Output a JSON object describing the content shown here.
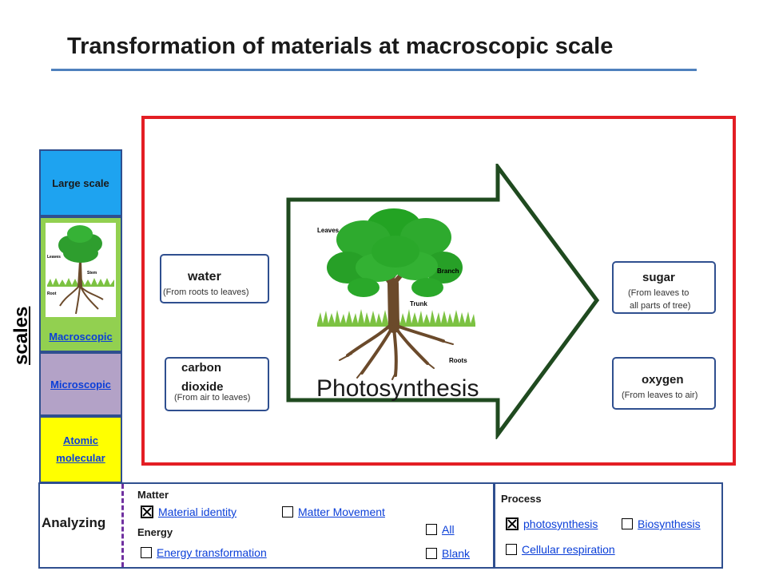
{
  "title": "Transformation of materials at macroscopic scale",
  "scales": {
    "label": "scales",
    "items": [
      {
        "label": "Large scale"
      },
      {
        "label": "Macroscopic"
      },
      {
        "label": "Microscopic"
      },
      {
        "label": "Atomic molecular"
      }
    ]
  },
  "thumbnail_labels": {
    "leaves": "Leaves",
    "stem": "Stem",
    "root": "Root"
  },
  "inputs": [
    {
      "name": "water",
      "source": "(From roots to leaves)"
    },
    {
      "name": "carbon dioxide",
      "name_line1": "carbon",
      "name_line2": "dioxide",
      "source": "(From air to leaves)"
    }
  ],
  "outputs": [
    {
      "name": "sugar",
      "destination_line1": "(From leaves to",
      "destination_line2": "all parts of tree)"
    },
    {
      "name": "oxygen",
      "destination": "(From leaves to air)"
    }
  ],
  "process_label": "Photosynthesis",
  "tree_labels": {
    "leaves": "Leaves",
    "branch": "Branch",
    "trunk": "Trunk",
    "roots": "Roots"
  },
  "analyzing": {
    "label": "Analyzing",
    "matter": {
      "label": "Matter",
      "options": [
        {
          "label": "Material identity",
          "checked": true
        },
        {
          "label": "Matter Movement",
          "checked": false
        }
      ]
    },
    "energy": {
      "label": "Energy",
      "options": [
        {
          "label": "Energy transformation",
          "checked": false
        }
      ]
    },
    "view": {
      "options": [
        {
          "label": "All",
          "checked": false
        },
        {
          "label": "Blank",
          "checked": false
        }
      ]
    },
    "process": {
      "label": "Process",
      "options": [
        {
          "label": "photosynthesis",
          "checked": true
        },
        {
          "label": "Biosynthesis",
          "checked": false
        },
        {
          "label": "Cellular respiration",
          "checked": false
        }
      ]
    }
  },
  "colors": {
    "large_scale": "#1ea3f0",
    "macroscopic": "#92d050",
    "microscopic": "#b3a2c7",
    "atomic": "#ffff00",
    "frame": "#e31e24",
    "arrow_outline": "#1f4a1f",
    "box_border": "#2f4f8f"
  }
}
